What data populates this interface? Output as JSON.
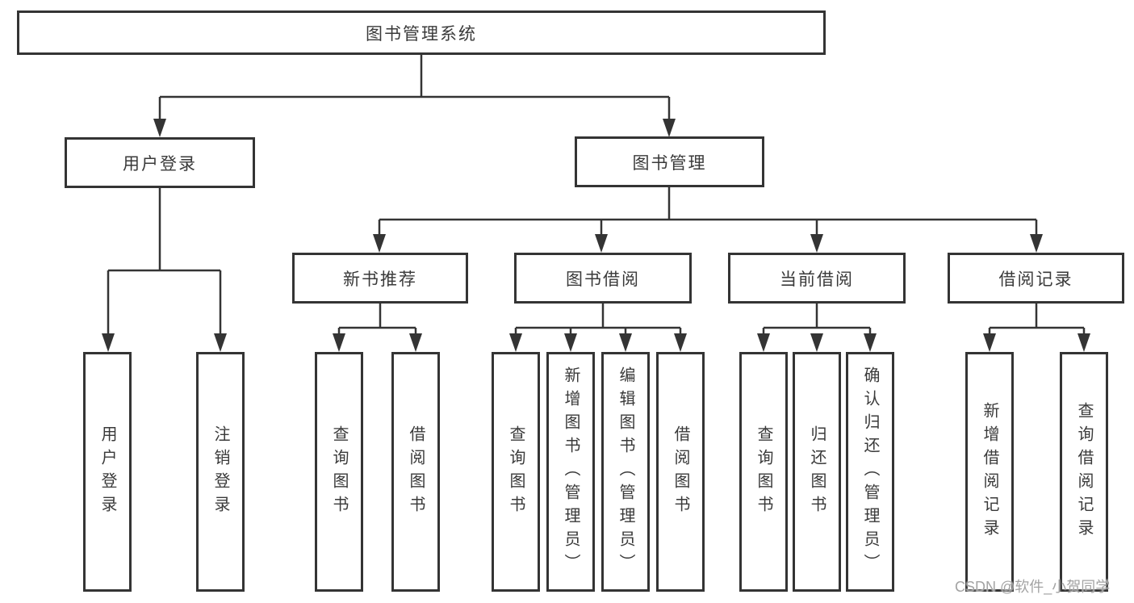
{
  "diagram": {
    "title": "图书管理系统",
    "type": "hierarchy-chart"
  },
  "tree": {
    "root": {
      "label": "图书管理系统",
      "children": [
        {
          "label": "用户登录",
          "children": [
            {
              "label": "用户登录"
            },
            {
              "label": "注销登录"
            }
          ]
        },
        {
          "label": "图书管理",
          "children": [
            {
              "label": "新书推荐",
              "children": [
                {
                  "label": "查询图书"
                },
                {
                  "label": "借阅图书"
                }
              ]
            },
            {
              "label": "图书借阅",
              "children": [
                {
                  "label": "查询图书"
                },
                {
                  "label": "新增图书（管理员）"
                },
                {
                  "label": "编辑图书（管理员）"
                },
                {
                  "label": "借阅图书"
                }
              ]
            },
            {
              "label": "当前借阅",
              "children": [
                {
                  "label": "查询图书"
                },
                {
                  "label": "归还图书"
                },
                {
                  "label": "确认归还（管理员）"
                }
              ]
            },
            {
              "label": "借阅记录",
              "children": [
                {
                  "label": "新增借阅记录"
                },
                {
                  "label": "查询借阅记录"
                }
              ]
            }
          ]
        }
      ]
    }
  },
  "watermark": {
    "text": "CSDN @软件_小贺同学"
  },
  "colors": {
    "background": "#ffffff",
    "line": "#343434",
    "box_border": "#343434",
    "text": "#3a3a3a",
    "watermark": "#a3a3a3"
  }
}
